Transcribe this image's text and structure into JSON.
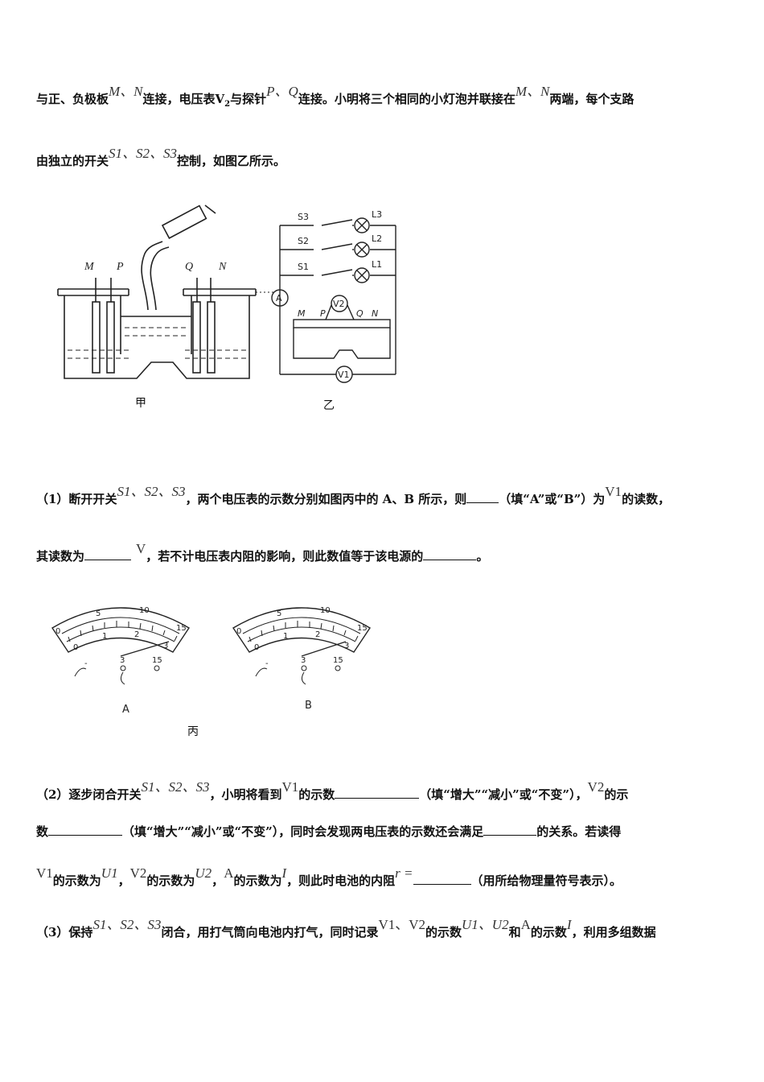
{
  "p1": {
    "a": "与正、负极板",
    "mn": "M、N",
    "b": "连接，电压表",
    "v2": "V",
    "v2sub": "2",
    "c": "与探针",
    "pq": "P、Q",
    "d": "连接。小明将三个相同的小灯泡并联接在",
    "mn2": "M、N",
    "e": "两端，每个支路"
  },
  "p2": {
    "a": "由独立的开关",
    "s": "S1、S2、S3",
    "b": "控制，如图乙所示。"
  },
  "fig1": {
    "jia_caption": "甲",
    "yi_caption": "乙",
    "labels": {
      "M": "M",
      "P": "P",
      "Q": "Q",
      "N": "N"
    },
    "circuit": {
      "S3": "S3",
      "S2": "S2",
      "S1": "S1",
      "L3": "L3",
      "L2": "L2",
      "L1": "L1",
      "A": "A",
      "V2": "V2",
      "V1": "V1",
      "M": "M",
      "P": "P",
      "Q": "Q",
      "N": "N"
    }
  },
  "q1": {
    "l1a": "（1）断开开关",
    "s": "S1、S2、S3",
    "l1b": "，两个电压表的示数分别如图丙中的 A、B 所示，则",
    "l1c": "（填“A”或“B”）为",
    "v1": "V1",
    "l1d": "的读数，",
    "l2a": "其读数为",
    "unit": "V",
    "l2b": "，若不计电压表内阻的影响，则此数值等于该电源的",
    "l2c": "。"
  },
  "fig2": {
    "caption": "丙",
    "meterA": "A",
    "meterB": "B",
    "top_scale": [
      "0",
      "5",
      "10",
      "15"
    ],
    "bottom_scale": [
      "0",
      "1",
      "2",
      "3"
    ],
    "terminals": [
      "-",
      "3",
      "15"
    ]
  },
  "q2": {
    "l1a": "（2）逐步闭合开关",
    "s": "S1、S2、S3",
    "l1b": "，小明将看到",
    "v1": "V1",
    "l1c": "的示数",
    "l1d": "（填“增大”“减小”或“不变”），",
    "v2": "V2",
    "l1e": "的示",
    "l2a": "数",
    "l2b": "（填“增大”“减小”或“不变”），同时会发现两电压表的示数还会满足",
    "l2c": "的关系。若读得",
    "l3a": "的示数为",
    "u1": "U1",
    "l3b": "，",
    "l3c": "的示数为",
    "u2": "U2",
    "l3d": "，",
    "amm": "A",
    "l3e": "的示数为",
    "i": "I",
    "l3f": "，则此时电池的内阻",
    "r": "r =",
    "l3g": "（用所给物理量符号表示）。"
  },
  "q3": {
    "a": "（3）保持",
    "s": "S1、S2、S3",
    "b": "闭合，用打气筒向电池内打气，同时记录",
    "v": "V1、V2",
    "c": "的示数",
    "u": "U1、U2",
    "d": "和",
    "amm": "A",
    "e": "的示数",
    "i": "I",
    "f": "，利用多组数据"
  }
}
